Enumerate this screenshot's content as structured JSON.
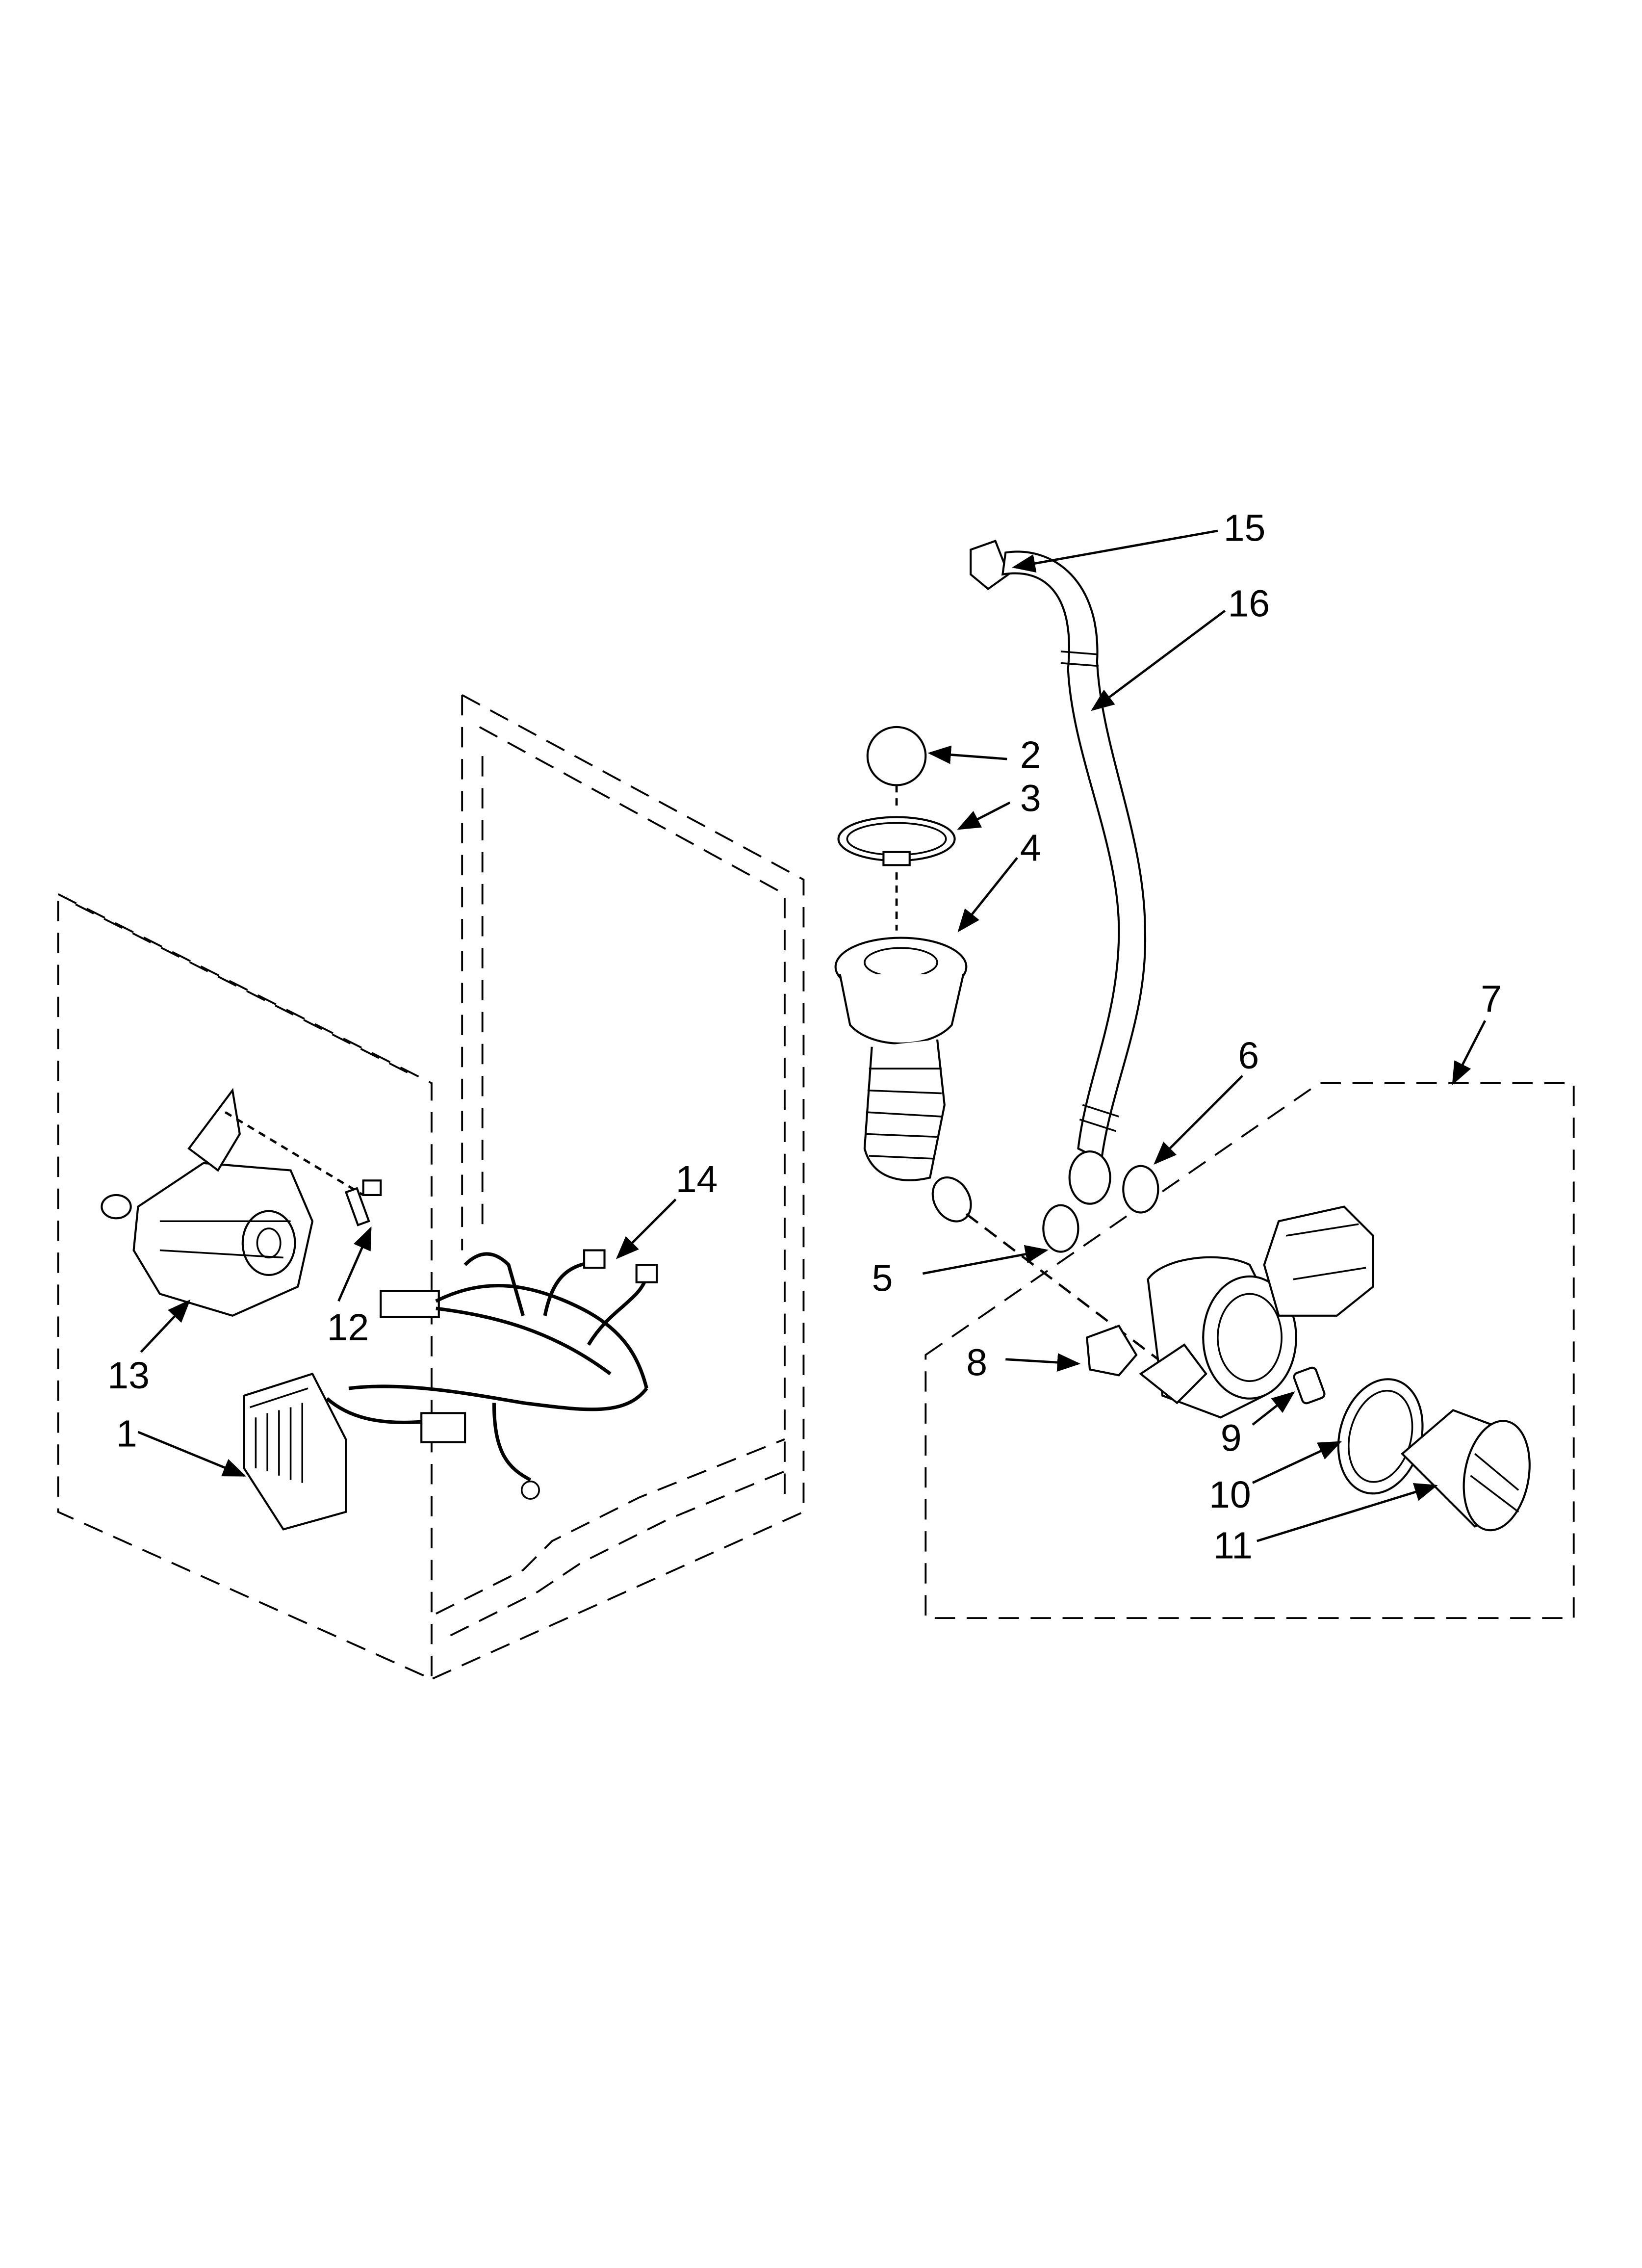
{
  "diagram": {
    "type": "exploded-parts-diagram",
    "line_color": "#000000",
    "background": "#ffffff",
    "callouts": {
      "p1": "1",
      "p2": "2",
      "p3": "3",
      "p4": "4",
      "p5": "5",
      "p6": "6",
      "p7": "7",
      "p8": "8",
      "p9": "9",
      "p10": "10",
      "p11": "11",
      "p12": "12",
      "p13": "13",
      "p14": "14",
      "p15": "15",
      "p16": "16"
    }
  }
}
